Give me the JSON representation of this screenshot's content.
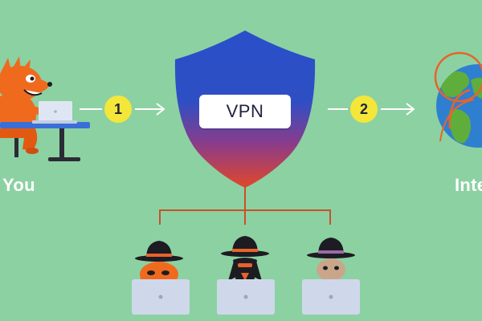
{
  "labels": {
    "you": "You",
    "internet": "Inte",
    "vpn": "VPN"
  },
  "steps": {
    "first": "1",
    "second": "2"
  },
  "colors": {
    "background": "#8cd1a2",
    "shield_blue": "#2a4fc9",
    "shield_red": "#e2472a",
    "step_yellow": "#f5e63a",
    "connector_red": "#c9502a",
    "fox_orange": "#f06a1e",
    "desk_blue": "#3a6fd8",
    "globe_blue": "#2f7fd0",
    "globe_green": "#5fae3c",
    "laptop": "#cfd8ea",
    "hat_black": "#1c1c22"
  },
  "icons": [
    "fox-mascot-icon",
    "laptop-icon",
    "desk-icon",
    "arrow-right-icon",
    "vpn-shield-icon",
    "globe-icon",
    "spy-fox-icon",
    "spy-dog-icon",
    "spy-cat-icon",
    "spy-hat-icon"
  ]
}
